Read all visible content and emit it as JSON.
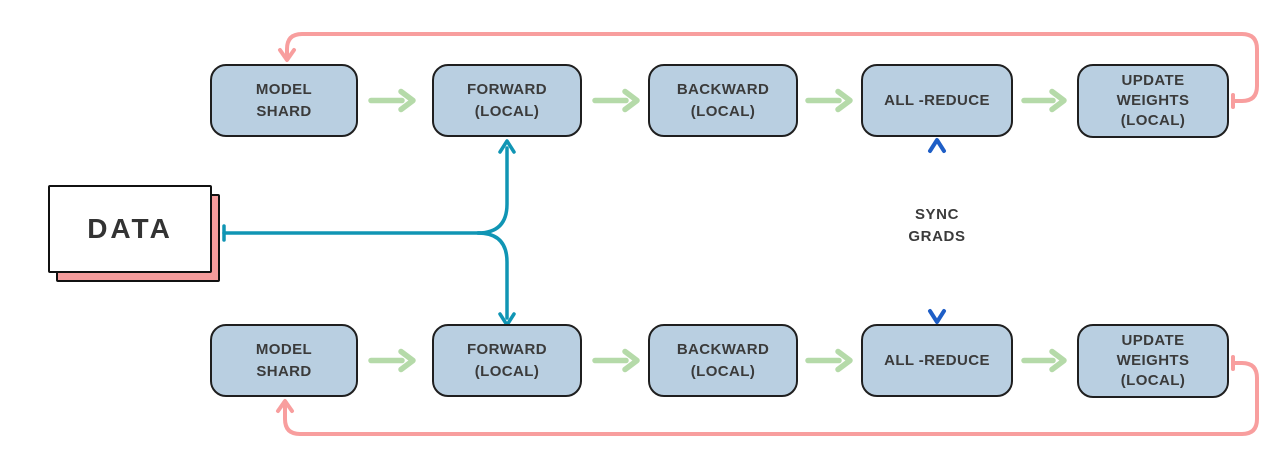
{
  "diagram_title": "data-parallel-training-flow",
  "data_source": {
    "label": "DATA"
  },
  "workers": [
    {
      "id": "worker-top",
      "steps": [
        {
          "label": "MODEL\nSHARD"
        },
        {
          "label": "FORWARD\n(LOCAL)"
        },
        {
          "label": "BACKWARD\n(LOCAL)"
        },
        {
          "label": "ALL -REDUCE"
        },
        {
          "label": "UPDATE\nWEIGHTS\n(LOCAL)"
        }
      ]
    },
    {
      "id": "worker-bottom",
      "steps": [
        {
          "label": "MODEL\nSHARD"
        },
        {
          "label": "FORWARD\n(LOCAL)"
        },
        {
          "label": "BACKWARD\n(LOCAL)"
        },
        {
          "label": "ALL -REDUCE"
        },
        {
          "label": "UPDATE\nWEIGHTS\n(LOCAL)"
        }
      ]
    }
  ],
  "sync_label": "SYNC\nGRADS",
  "colors": {
    "node_fill": "#b9cfe1",
    "node_border": "#1f1f1f",
    "flow_arrow_green": "#b5daa9",
    "feedback_loop_pink": "#f89e9e",
    "data_split_teal": "#1095b4",
    "sync_blue_dark": "#1e5ec6",
    "sync_blue_light": "#7fd9e8",
    "label_text": "#3b3b3b",
    "data_shadow_pink": "#f59c9c"
  }
}
